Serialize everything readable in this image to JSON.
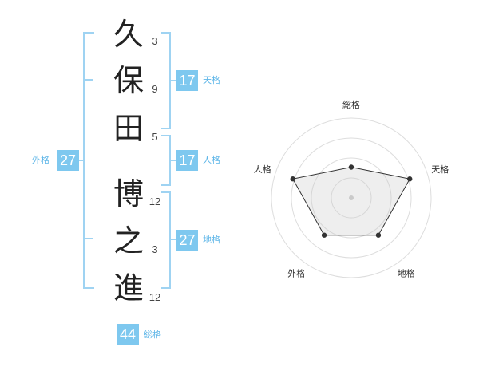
{
  "name": {
    "chars": [
      {
        "char": "久",
        "strokes": "3"
      },
      {
        "char": "保",
        "strokes": "9"
      },
      {
        "char": "田",
        "strokes": "5"
      },
      {
        "char": "博",
        "strokes": "12"
      },
      {
        "char": "之",
        "strokes": "3"
      },
      {
        "char": "進",
        "strokes": "12"
      }
    ]
  },
  "kaku": {
    "tenkaku": {
      "value": "17",
      "label": "天格"
    },
    "jinkaku": {
      "value": "17",
      "label": "人格"
    },
    "chikaku": {
      "value": "27",
      "label": "地格"
    },
    "gaikaku": {
      "value": "27",
      "label": "外格"
    },
    "soukaku": {
      "value": "44",
      "label": "総格"
    }
  },
  "colors": {
    "accent": "#7ec8ef",
    "bracket": "#9fd3f2",
    "label": "#5eb6e8"
  },
  "chart_data": {
    "type": "radar",
    "axes": [
      "総格",
      "天格",
      "地格",
      "外格",
      "人格"
    ],
    "values": [
      0.5,
      1.0,
      0.75,
      0.75,
      1.0
    ],
    "rings": 4
  }
}
